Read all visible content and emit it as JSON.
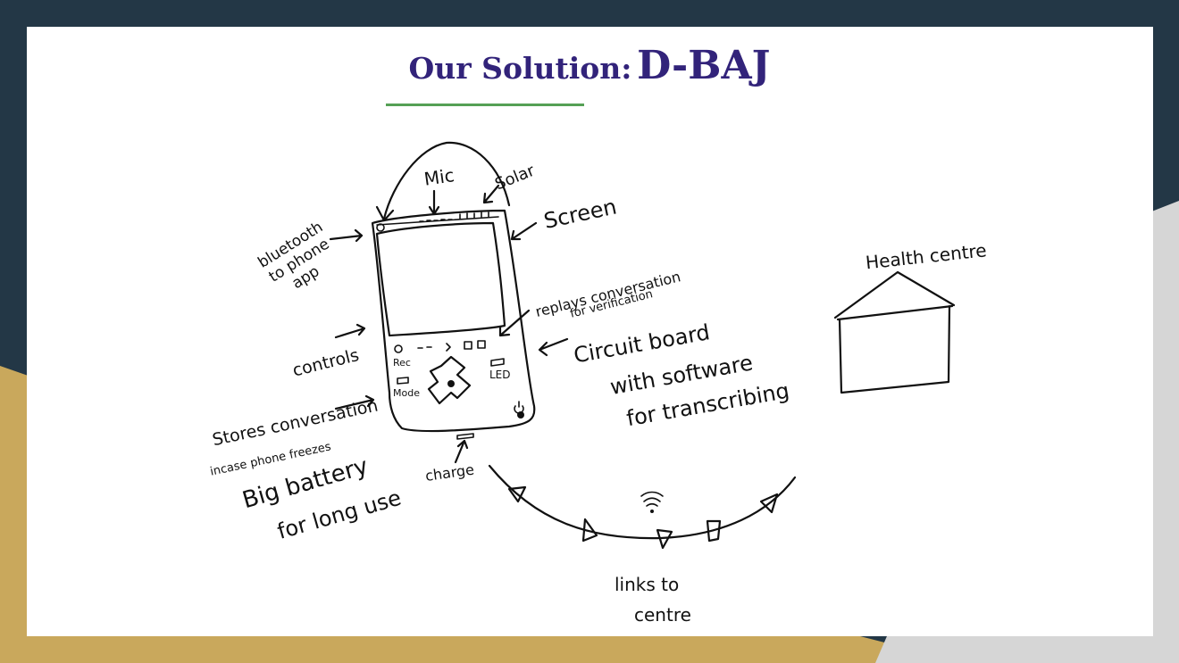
{
  "colors": {
    "background_dark": "#233746",
    "accent_gold": "#c9a85c",
    "accent_grey": "#d6d6d6",
    "title": "#32237a",
    "underline": "#55a055"
  },
  "slide": {
    "title_prefix": "Our Solution:",
    "title_main": "D-BAJ"
  },
  "sketch": {
    "labels": {
      "mic": "Mic",
      "solar": "Solar",
      "screen": "Screen",
      "bluetooth_1": "bluetooth",
      "bluetooth_2": "to phone",
      "bluetooth_3": "app",
      "replays_1": "replays conversation",
      "replays_2": "for verification",
      "circuit_1": "Circuit board",
      "circuit_2": "with software",
      "circuit_3": "for transcribing",
      "controls": "controls",
      "stores_1": "Stores conversation",
      "stores_2": "incase phone freezes",
      "battery_1": "Big battery",
      "battery_2": "for long use",
      "charge": "charge",
      "links_1": "links to",
      "links_2": "centre",
      "health": "Health centre"
    },
    "device_buttons": {
      "rec": "Rec",
      "mode": "Mode",
      "led": "LED"
    }
  }
}
